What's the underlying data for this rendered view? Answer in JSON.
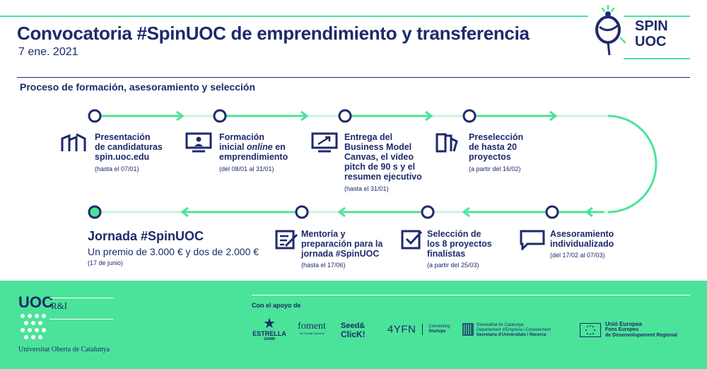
{
  "header": {
    "title": "Convocatoria #SpinUOC de emprendimiento y transferencia",
    "date": "7 ene. 2021",
    "subtitle": "Proceso de formación, asesoramiento y selección",
    "logo_line1": "SPIN",
    "logo_line2": "UOC"
  },
  "steps_top": [
    {
      "label_lines": [
        "Presentación",
        "de candidaturas",
        "spin.uoc.edu"
      ],
      "note": "(hasta el 07/01)",
      "icon": "buildings-icon"
    },
    {
      "label_lines": [
        "Formación",
        "inicial online en",
        "emprendimiento"
      ],
      "note": "(del 08/01 al 31/01)",
      "icon": "monitor-user-icon"
    },
    {
      "label_lines": [
        "Entrega del",
        "Business Model",
        "Canvas, el vídeo",
        "pitch de 90 s y el",
        "resumen ejecutivo"
      ],
      "note": "(hasta el 31/01)",
      "icon": "monitor-chart-icon"
    },
    {
      "label_lines": [
        "Preselección",
        "de hasta 20",
        "proyectos"
      ],
      "note": "(a partir del 16/02)",
      "icon": "folders-icon"
    }
  ],
  "steps_bottom": [
    {
      "label_lines": [
        "Asesoramiento",
        "individualizado"
      ],
      "note": "(del 17/02 al 07/03)",
      "icon": "speech-bubble-icon"
    },
    {
      "label_lines": [
        "Selección de",
        "los 8 proyectos",
        "finalistas"
      ],
      "note": "(a partir del 25/03)",
      "icon": "checkbox-icon"
    },
    {
      "label_lines": [
        "Mentoría y",
        "preparación para la",
        "jornada #SpinUOC"
      ],
      "note": "(hasta el 17/06)",
      "icon": "checklist-icon"
    }
  ],
  "jornada": {
    "title": "Jornada #SpinUOC",
    "subtitle": "Un premio de 3.000 € y dos de 2.000 €",
    "note": "(17 de junio)"
  },
  "footer": {
    "uoc_word": "UOC",
    "uoc_ri": "R&I",
    "uoc_name": "Universitat Oberta de Catalunya",
    "support_label": "Con el apoyo de",
    "sponsors": {
      "estrella_1": "ESTRELLA",
      "estrella_2": "DAMM",
      "foment_1": "foment",
      "foment_2": "del Treball Nacional",
      "seed_1": "Seed&",
      "seed_2": "ClicK!",
      "yfn": "4YFN",
      "yfn_sub_1": "Connecting",
      "yfn_sub_2": "Startups",
      "gencat_1": "Generalitat de Catalunya",
      "gencat_2": "Departament d'Empresa i Coneixement",
      "gencat_3": "Secretaria d'Universitats i Recerca",
      "eu_1": "Unió Europea",
      "eu_2": "Fons Europeu",
      "eu_3": "de Desenvolupament Regional"
    }
  },
  "colors": {
    "navy": "#1d2a6b",
    "green": "#4be39a",
    "light_green": "#c9f5df"
  }
}
